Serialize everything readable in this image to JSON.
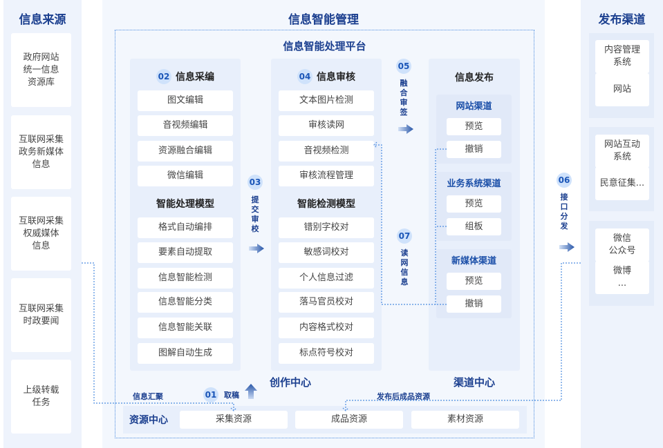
{
  "left": {
    "title": "信息来源",
    "items": [
      "政府网站\n统一信息\n资源库",
      "互联网采集\n政务新媒体\n信息",
      "互联网采集\n权威媒体\n信息",
      "互联网采集\n时政要闻",
      "上级转载\n任务"
    ]
  },
  "middle": {
    "title": "信息智能管理",
    "platform": "信息智能处理平台",
    "col1": {
      "num": "02",
      "title": "信息采编",
      "items": [
        "图文编辑",
        "音视频编辑",
        "资源融合编辑",
        "微信编辑"
      ],
      "model": "智能处理模型",
      "model_items": [
        "格式自动编排",
        "要素自动提取",
        "信息智能检测",
        "信息智能分类",
        "信息智能关联",
        "图解自动生成"
      ]
    },
    "col2": {
      "num": "04",
      "title": "信息审核",
      "items": [
        "文本图片检测",
        "审核读网",
        "音视频检测",
        "审核流程管理"
      ],
      "model": "智能检测模型",
      "model_items": [
        "错别字校对",
        "敏感词校对",
        "个人信息过滤",
        "落马官员校对",
        "内容格式校对",
        "标点符号校对"
      ]
    },
    "col3": {
      "title": "信息发布",
      "groups": [
        {
          "title": "网站渠道",
          "items": [
            "预览",
            "撤销"
          ]
        },
        {
          "title": "业务系统渠道",
          "items": [
            "预览",
            "组板"
          ]
        },
        {
          "title": "新媒体渠道",
          "items": [
            "预览",
            "撤销"
          ]
        }
      ]
    },
    "step03": {
      "num": "03",
      "label": "提交审校"
    },
    "step05": {
      "num": "05",
      "label": "融合审签"
    },
    "step07": {
      "num": "07",
      "label": "读网信息"
    },
    "step01": {
      "num": "01",
      "label": "取稿"
    },
    "creation_center": "创作中心",
    "channel_center": "渠道中心",
    "info_gather": "信息汇聚",
    "published": "发布后成品资源",
    "resource": {
      "title": "资源中心",
      "items": [
        "采集资源",
        "成品资源",
        "素材资源"
      ]
    }
  },
  "step06": {
    "num": "06",
    "label": "接口分发"
  },
  "right": {
    "title": "发布渠道",
    "groups": [
      [
        "内容管理\n系统",
        "网站"
      ],
      [
        "网站互动\n系统",
        "民意征集..."
      ],
      [
        "微信\n公众号",
        "微博\n..."
      ]
    ]
  },
  "colors": {
    "title": "#1b3f8f",
    "panel": "#eef3fc",
    "accent": "#1b56b8"
  }
}
